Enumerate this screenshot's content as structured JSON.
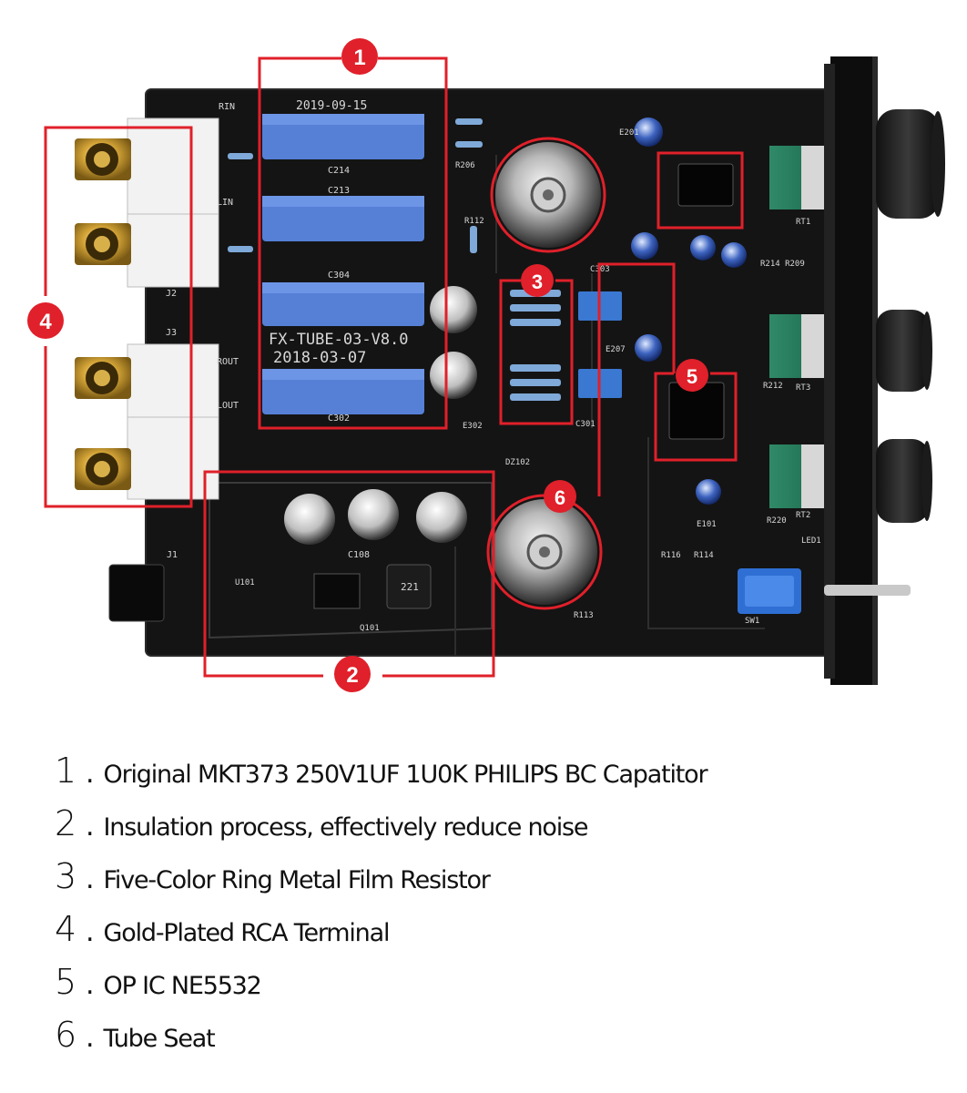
{
  "board": {
    "date_top": "2019-09-15",
    "model": "FX-TUBE-03-V8.0",
    "date_model": "2018-03-07",
    "ref_labels": {
      "rin": "RIN",
      "lin": "LIN",
      "rout": "ROUT",
      "lout": "LOUT",
      "j1": "J1",
      "j2": "J2",
      "j3": "J3",
      "c214": "C214",
      "c213": "C213",
      "c304": "C304",
      "c302": "C302",
      "c108": "C108",
      "c303": "C303",
      "c301": "C301",
      "rt1": "RT1",
      "rt2": "RT2",
      "rt3": "RT3",
      "sw1": "SW1",
      "led1": "LED1",
      "dz102": "DZ102",
      "e101": "E101",
      "e207": "E207",
      "e201": "E201",
      "e302": "E302",
      "r214": "R214 R209",
      "r212": "R212",
      "r220": "R220",
      "r116": "R116",
      "r114": "R114",
      "u101": "U101",
      "q101": "Q101",
      "r113": "R113",
      "r206": "R206",
      "r112": "R112",
      "l101": "221"
    }
  },
  "callouts": [
    {
      "num": "1",
      "color": "#e0202a"
    },
    {
      "num": "2",
      "color": "#e0202a"
    },
    {
      "num": "3",
      "color": "#e0202a"
    },
    {
      "num": "4",
      "color": "#e0202a"
    },
    {
      "num": "5",
      "color": "#e0202a"
    },
    {
      "num": "6",
      "color": "#e0202a"
    }
  ],
  "legend": [
    {
      "num": "1",
      "text": "Original MKT373 250V1UF 1U0K PHILIPS BC Capatitor"
    },
    {
      "num": "2",
      "text": "Insulation process, effectively reduce noise"
    },
    {
      "num": "3",
      "text": "Five-Color Ring Metal Film Resistor"
    },
    {
      "num": "4",
      "text": "Gold-Plated RCA Terminal"
    },
    {
      "num": "5",
      "text": "OP IC NE5532"
    },
    {
      "num": "6",
      "text": "Tube Seat"
    }
  ],
  "icons": {
    "rca": "rca-jack-icon",
    "tube": "vacuum-tube-icon",
    "knob": "knob-icon"
  }
}
